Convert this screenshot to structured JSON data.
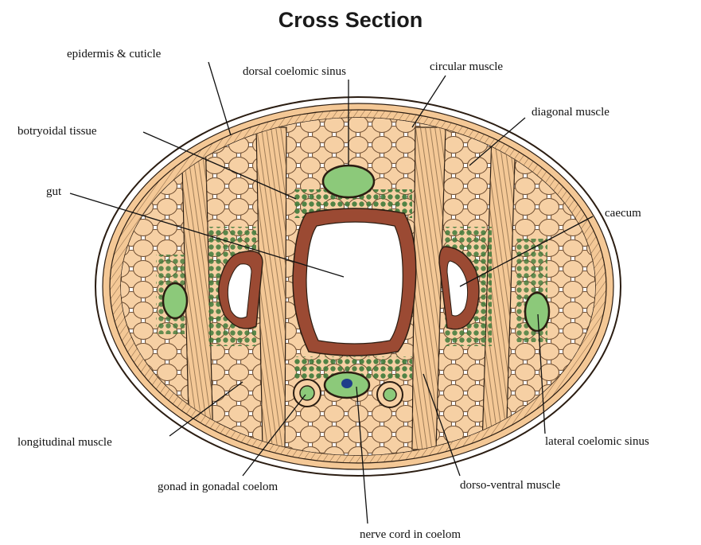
{
  "title": "Cross Section",
  "labels": {
    "epidermis": "epidermis & cuticle",
    "dorsal_sinus": "dorsal coelomic sinus",
    "circular_muscle": "circular muscle",
    "diagonal_muscle": "diagonal muscle",
    "botryoidal": "botryoidal tissue",
    "gut": "gut",
    "caecum": "caecum",
    "longitudinal_muscle": "longitudinal muscle",
    "lateral_sinus": "lateral coelomic sinus",
    "gonad": "gonad in gonadal coelom",
    "dorso_ventral": "dorso-ventral muscle",
    "nerve_cord": "nerve cord in coelom"
  },
  "colors": {
    "skin": "#f4c896",
    "cell": "#f6d0a4",
    "gut_wall": "#9b4a33",
    "sinus_green": "#8cc97a",
    "botryoidal_green": "#3f7a3a",
    "nerve_blue": "#1f3d8a",
    "outline": "#2b1d12"
  }
}
